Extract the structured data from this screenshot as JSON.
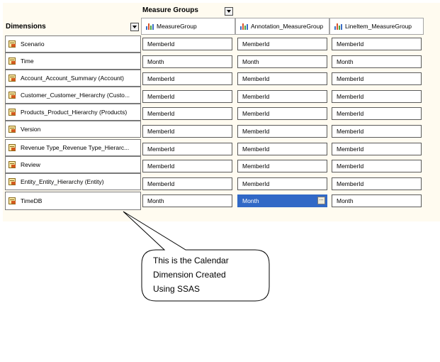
{
  "measure_groups_title": "Measure Groups",
  "dimensions_title": "Dimensions",
  "columns": [
    {
      "label": "MeasureGroup"
    },
    {
      "label": "Annotation_MeasureGroup"
    },
    {
      "label": "LineItem_MeasureGroup"
    }
  ],
  "rows": [
    {
      "label": "Scenario",
      "cells": [
        "MemberId",
        "MemberId",
        "MemberId"
      ]
    },
    {
      "label": "Time",
      "cells": [
        "Month",
        "Month",
        "Month"
      ]
    },
    {
      "label": "Account_Account_Summary (Account)",
      "cells": [
        "MemberId",
        "MemberId",
        "MemberId"
      ]
    },
    {
      "label": "Customer_Customer_Hierarchy (Custo...",
      "cells": [
        "MemberId",
        "MemberId",
        "MemberId"
      ]
    },
    {
      "label": "Products_Product_Hierarchy (Products)",
      "cells": [
        "MemberId",
        "MemberId",
        "MemberId"
      ]
    },
    {
      "label": "Version",
      "cells": [
        "MemberId",
        "MemberId",
        "MemberId"
      ]
    },
    {
      "label": "Revenue Type_Revenue Type_Hierarc...",
      "cells": [
        "MemberId",
        "MemberId",
        "MemberId"
      ]
    },
    {
      "label": "Review",
      "cells": [
        "MemberId",
        "MemberId",
        "MemberId"
      ]
    },
    {
      "label": "Entity_Entity_Hierarchy (Entity)",
      "cells": [
        "MemberId",
        "MemberId",
        "MemberId"
      ]
    },
    {
      "label": "TimeDB",
      "cells": [
        "Month",
        "Month",
        "Month"
      ]
    }
  ],
  "selected_cell_ellipsis": "...",
  "callout": {
    "line1": "This is the Calendar",
    "line2": "Dimension Created",
    "line3": "Using SSAS"
  },
  "colors": {
    "panel_background": "#fffbf0",
    "selected_cell": "#3169c6",
    "grid_border": "#5a5a5a"
  },
  "icons": {
    "measure_group": "bar-chart-icon",
    "dimension": "dimension-cube-icon",
    "dropdown": "chevron-down-icon"
  }
}
